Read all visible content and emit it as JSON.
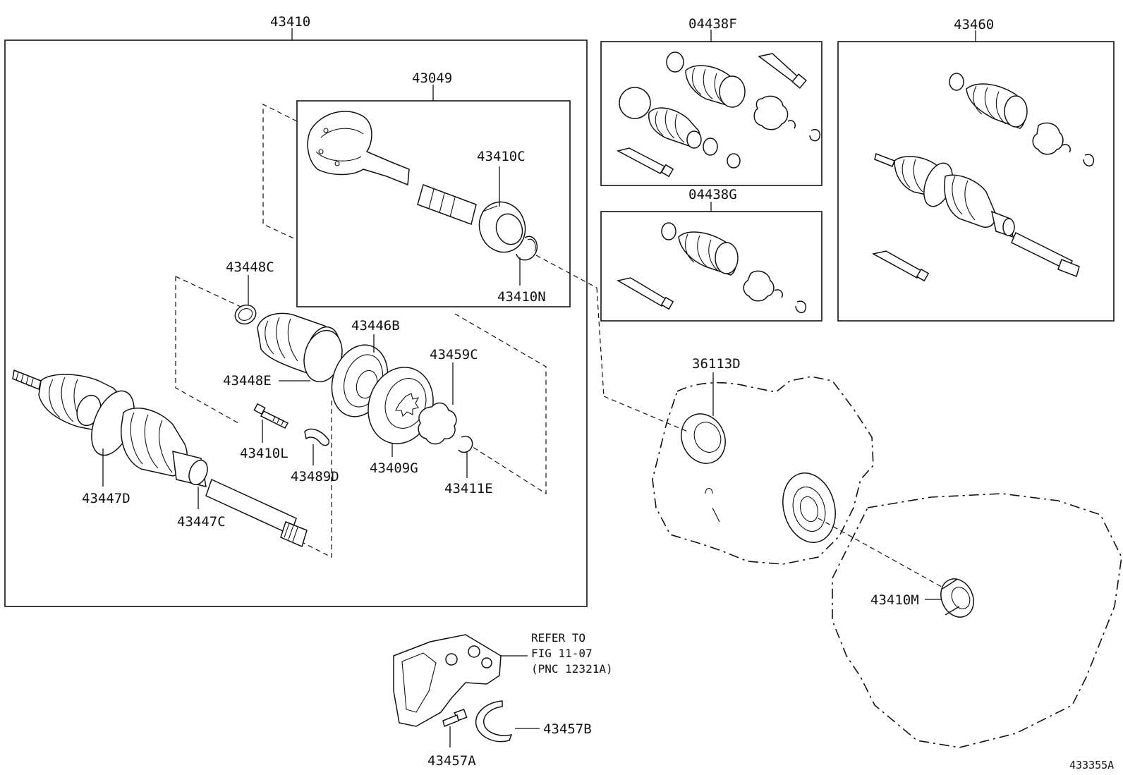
{
  "diagram_id": "433355A",
  "groups": {
    "g43410": "43410",
    "g43049": "43049",
    "g04438F": "04438F",
    "g04438G": "04438G",
    "g43460": "43460"
  },
  "labels": {
    "p43410C": "43410C",
    "p43410N": "43410N",
    "p43448C": "43448C",
    "p43446B": "43446B",
    "p43459C": "43459C",
    "p43448E": "43448E",
    "p43410L": "43410L",
    "p43489D": "43489D",
    "p43409G": "43409G",
    "p43411E": "43411E",
    "p43447D": "43447D",
    "p43447C": "43447C",
    "p36113D": "36113D",
    "p43410M": "43410M",
    "p43457A": "43457A",
    "p43457B": "43457B"
  },
  "reference_note": {
    "line1": "REFER TO",
    "line2": "FIG 11-07",
    "line3": "(PNC 12321A)"
  },
  "icons": [
    "boot-icon",
    "clamp-icon",
    "grease-tube-icon",
    "snap-ring-icon",
    "bearing-icon",
    "shaft-icon",
    "housing-icon",
    "bracket-icon",
    "bolt-icon"
  ]
}
